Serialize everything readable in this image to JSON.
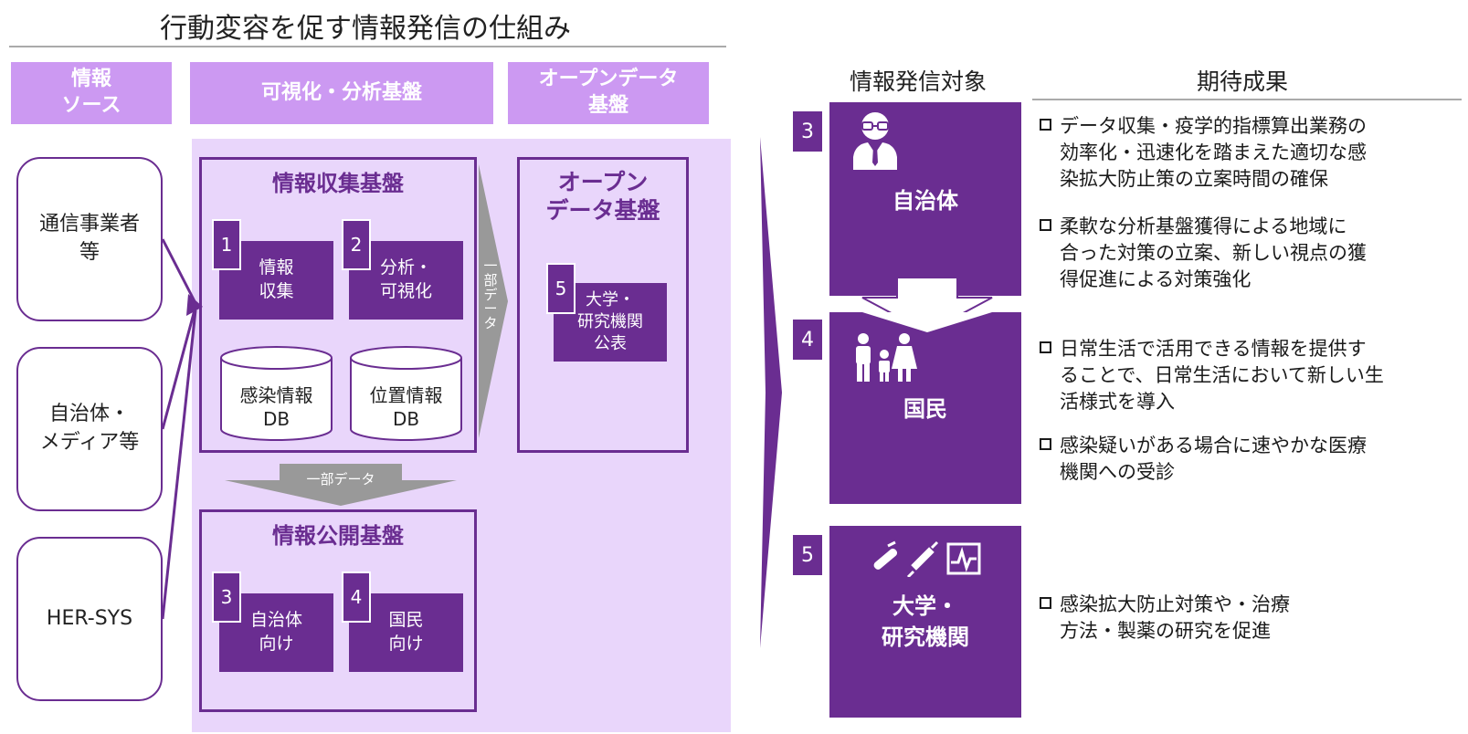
{
  "title": "行動変容を促す情報発信の仕組み",
  "headers": {
    "source": "情報\nソース",
    "analysis": "可視化・分析基盤",
    "opendata": "オープンデータ\n基盤"
  },
  "sources": [
    "通信事業者\n等",
    "自治体・\nメディア等",
    "HER-SYS"
  ],
  "collection": {
    "title": "情報収集基盤",
    "items": [
      {
        "num": "1",
        "label": "情報\n収集"
      },
      {
        "num": "2",
        "label": "分析・\n可視化"
      }
    ],
    "dbs": [
      "感染情報\nDB",
      "位置情報\nDB"
    ]
  },
  "arrows": {
    "down_label": "一部データ",
    "right_label": "一部データ"
  },
  "publication": {
    "title": "情報公開基盤",
    "items": [
      {
        "num": "3",
        "label": "自治体\n向け"
      },
      {
        "num": "4",
        "label": "国民\n向け"
      }
    ]
  },
  "opendata_box": {
    "title": "オープン\nデータ基盤",
    "item": {
      "num": "5",
      "label": "大学・\n研究機関\n公表"
    }
  },
  "right": {
    "col_target": "情報発信対象",
    "col_result": "期待成果",
    "targets": [
      {
        "num": "3",
        "label": "自治体",
        "icon": "doctor-icon"
      },
      {
        "num": "4",
        "label": "国民",
        "icon": "family-icon"
      },
      {
        "num": "5",
        "label": "大学・\n研究機関",
        "icon": "medical-tools-icon"
      }
    ],
    "results": [
      [
        "データ収集・疫学的指標算出業務の\n効率化・迅速化を踏まえた適切な感\n染拡大防止策の立案時間の確保",
        "柔軟な分析基盤獲得による地域に\n合った対策の立案、新しい視点の獲\n得促進による対策強化"
      ],
      [
        "日常生活で活用できる情報を提供す\nることで、日常生活において新しい生\n活様式を導入",
        "感染疑いがある場合に速やかな医療\n機関への受診"
      ],
      [
        "感染拡大防止対策や・治療\n方法・製薬の研究を促進"
      ]
    ]
  },
  "colors": {
    "purple": "#6a2d91",
    "header": "#cc99f2",
    "zone": "#e9d6fb"
  }
}
